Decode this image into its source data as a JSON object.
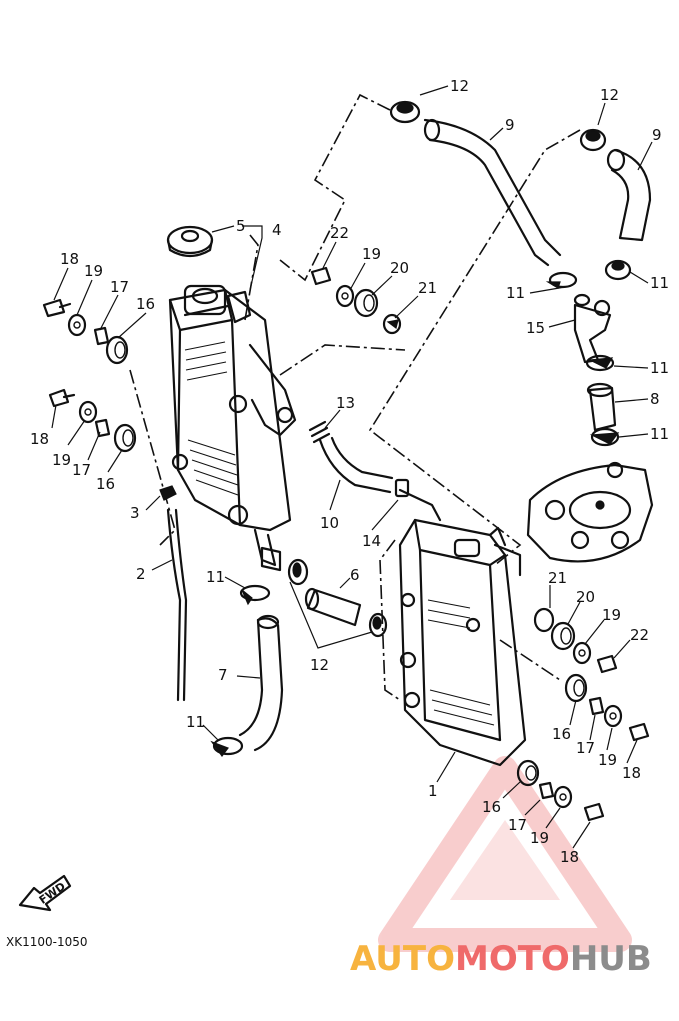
{
  "diagram": {
    "drawing_code": "XK1100-1050",
    "fwd_label": "FWD",
    "callouts": [
      {
        "id": "c12a",
        "label": "12"
      },
      {
        "id": "c9a",
        "label": "9"
      },
      {
        "id": "c12b",
        "label": "12"
      },
      {
        "id": "c9b",
        "label": "9"
      },
      {
        "id": "c5",
        "label": "5"
      },
      {
        "id": "c4",
        "label": "4"
      },
      {
        "id": "c22a",
        "label": "22"
      },
      {
        "id": "c19a",
        "label": "19"
      },
      {
        "id": "c20a",
        "label": "20"
      },
      {
        "id": "c21a",
        "label": "21"
      },
      {
        "id": "c11a",
        "label": "11"
      },
      {
        "id": "c11b",
        "label": "11"
      },
      {
        "id": "c15",
        "label": "15"
      },
      {
        "id": "c11c",
        "label": "11"
      },
      {
        "id": "c8",
        "label": "8"
      },
      {
        "id": "c11d",
        "label": "11"
      },
      {
        "id": "c18a",
        "label": "18"
      },
      {
        "id": "c19b",
        "label": "19"
      },
      {
        "id": "c17a",
        "label": "17"
      },
      {
        "id": "c16a",
        "label": "16"
      },
      {
        "id": "c13",
        "label": "13"
      },
      {
        "id": "c18b",
        "label": "18"
      },
      {
        "id": "c19c",
        "label": "19"
      },
      {
        "id": "c17b",
        "label": "17"
      },
      {
        "id": "c16b",
        "label": "16"
      },
      {
        "id": "c3",
        "label": "3"
      },
      {
        "id": "c10",
        "label": "10"
      },
      {
        "id": "c14",
        "label": "14"
      },
      {
        "id": "c2",
        "label": "2"
      },
      {
        "id": "c6",
        "label": "6"
      },
      {
        "id": "c11e",
        "label": "11"
      },
      {
        "id": "c12c",
        "label": "12"
      },
      {
        "id": "c7",
        "label": "7"
      },
      {
        "id": "c21b",
        "label": "21"
      },
      {
        "id": "c20b",
        "label": "20"
      },
      {
        "id": "c19d",
        "label": "19"
      },
      {
        "id": "c22b",
        "label": "22"
      },
      {
        "id": "c16c",
        "label": "16"
      },
      {
        "id": "c17c",
        "label": "17"
      },
      {
        "id": "c19e",
        "label": "19"
      },
      {
        "id": "c18c",
        "label": "18"
      },
      {
        "id": "c11f",
        "label": "11"
      },
      {
        "id": "c1",
        "label": "1"
      },
      {
        "id": "c16d",
        "label": "16"
      },
      {
        "id": "c17d",
        "label": "17"
      },
      {
        "id": "c19f",
        "label": "19"
      },
      {
        "id": "c18d",
        "label": "18"
      }
    ]
  },
  "watermark": {
    "part1": "AUTO",
    "part2": "MOTO",
    "part3": "HUB",
    "colors": {
      "auto": "#f7b33f",
      "moto": "#ef6a6a",
      "hub": "#8c8c8c",
      "triangle": "#f4a6a6"
    }
  }
}
